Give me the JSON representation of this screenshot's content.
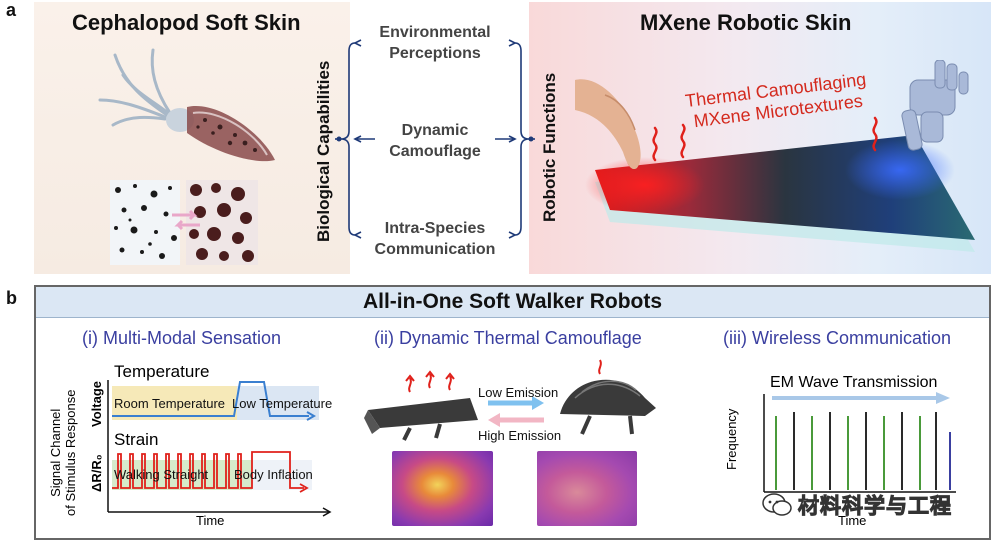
{
  "panel_a": {
    "letter": "a",
    "left_title": "Cephalopod Soft Skin",
    "right_title": "MXene Robotic Skin",
    "left_axis_label": "Biological Capabilities",
    "right_axis_label": "Robotic Functions",
    "capabilities": [
      "Environmental Perceptions",
      "Dynamic Camouflage",
      "Intra-Species Communication"
    ],
    "cap_lines": [
      [
        "Environmental",
        "Perceptions"
      ],
      [
        "Dynamic",
        "Camouflage"
      ],
      [
        "Intra-Species",
        "Communication"
      ]
    ],
    "robot_caption_line1": "Thermal Camouflaging",
    "robot_caption_line2": "MXene Microtextures"
  },
  "panel_b": {
    "letter": "b",
    "title": "All-in-One Soft Walker Robots",
    "section1": {
      "title": "(i) Multi-Modal Sensation",
      "y_label_line1": "Signal Channel",
      "y_label_line2": "of Stimulus Response",
      "temperature_label": "Temperature",
      "voltage_label": "Voltage",
      "room_temp": "Room Temperature",
      "low_temp": "Low Temperature",
      "strain_label": "Strain",
      "delta_r_label": "ΔR/R₀",
      "walking": "Walking Straight",
      "inflation": "Body Inflation",
      "x_label": "Time"
    },
    "section2": {
      "title": "(ii) Dynamic Thermal Camouflage",
      "low_emission": "Low Emission",
      "high_emission": "High Emission"
    },
    "section3": {
      "title": "(iii) Wireless Communication",
      "em_label": "EM Wave Transmission",
      "y_label": "Frequency",
      "x_label": "Time",
      "watermark": "材料科学与工程"
    }
  },
  "colors": {
    "accent_blue": "#3a3fa0",
    "signal_red": "#e0211b",
    "bracket_navy": "#1f3a78",
    "thermal_text_red": "#d42a1e"
  }
}
